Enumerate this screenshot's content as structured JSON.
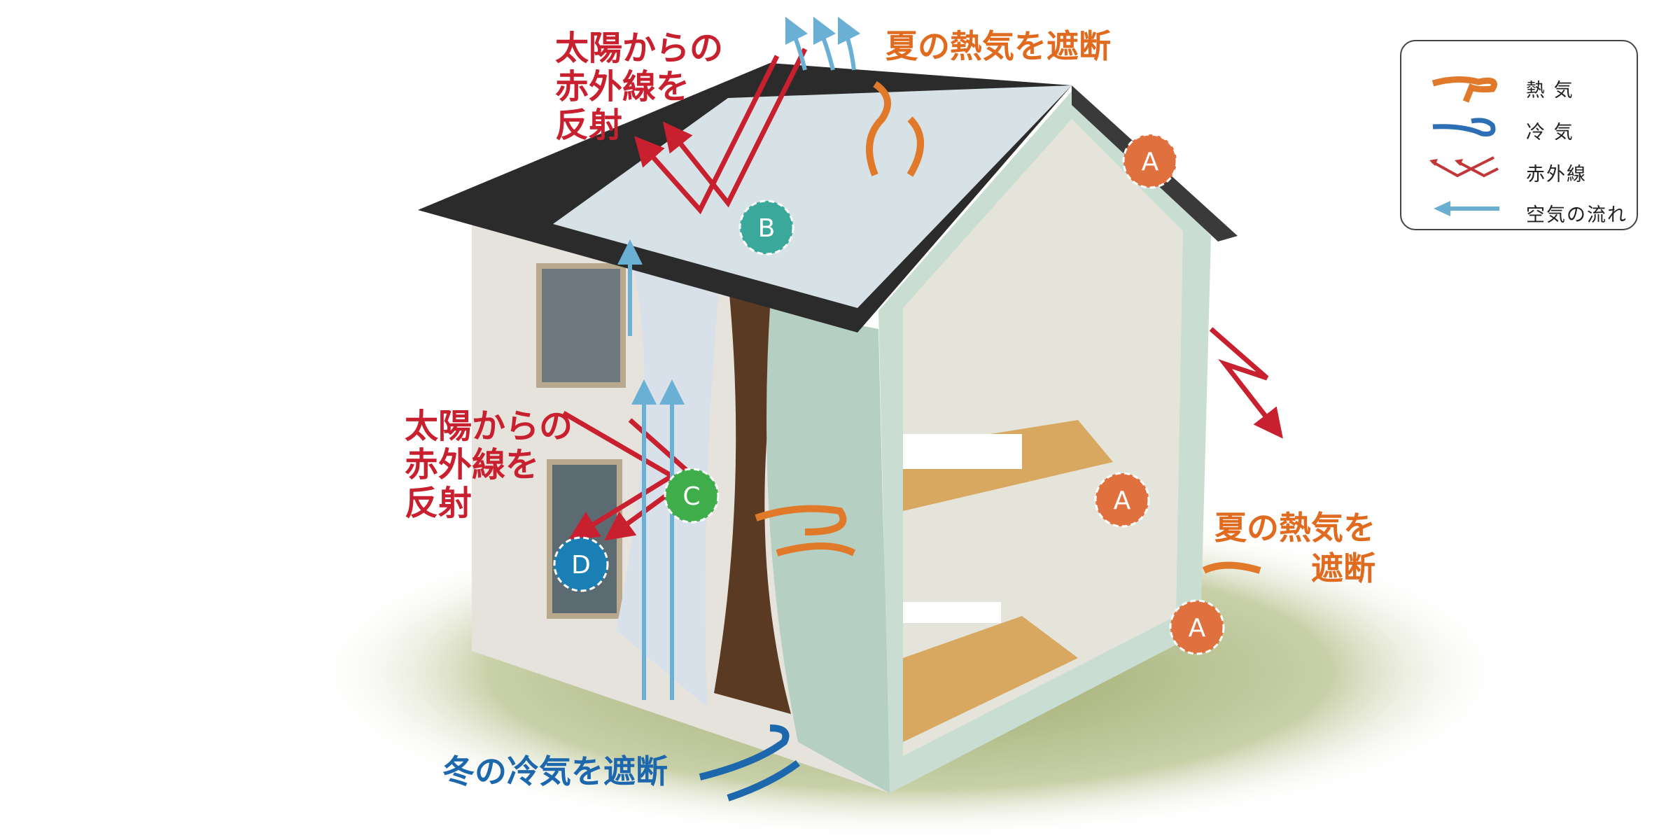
{
  "labels": {
    "roof_reflect": [
      "太陽からの",
      "赤外線を",
      "反射"
    ],
    "roof_heat_block": "夏の熱気を遮断",
    "wall_reflect": [
      "太陽からの",
      "赤外線を",
      "反射"
    ],
    "wall_heat_block": [
      "夏の熱気を",
      "遮断"
    ],
    "cold_block": "冬の冷気を遮断"
  },
  "markers": [
    {
      "id": "A",
      "color": "#e0713f"
    },
    {
      "id": "A",
      "color": "#e0713f"
    },
    {
      "id": "A",
      "color": "#e0713f"
    },
    {
      "id": "B",
      "color": "#3aa89a"
    },
    {
      "id": "C",
      "color": "#3fae4a"
    },
    {
      "id": "D",
      "color": "#1a7fb5"
    }
  ],
  "legend": {
    "items": [
      {
        "label": "熱 気",
        "icon": "heat-wave-icon",
        "color": "#e07a2a"
      },
      {
        "label": "冷 気",
        "icon": "cold-wave-icon",
        "color": "#2c6fb5"
      },
      {
        "label": "赤外線",
        "icon": "infrared-arrow-icon",
        "color": "#c0373a"
      },
      {
        "label": "空気の流れ",
        "icon": "airflow-arrow-icon",
        "color": "#6aafd0"
      }
    ]
  },
  "colors": {
    "red": "#c8202e",
    "orange": "#e06a1e",
    "blue": "#1d68ad",
    "air": "#6ab0d4"
  }
}
